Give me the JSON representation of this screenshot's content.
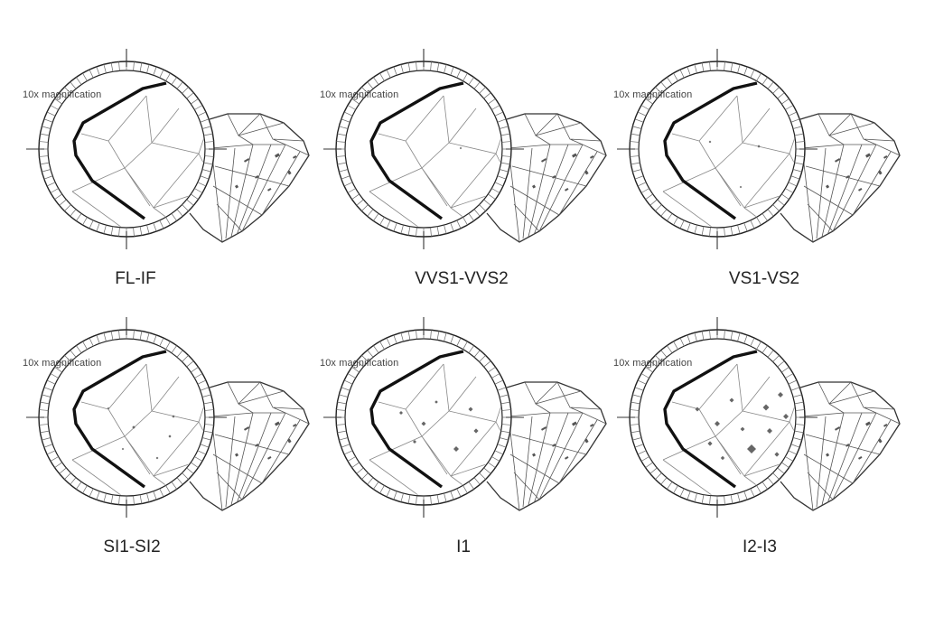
{
  "panels": [
    {
      "grade": "FL-IF",
      "magnification": "10x magnification",
      "inclusion_level": 0
    },
    {
      "grade": "VVS1-VVS2",
      "magnification": "10x magnification",
      "inclusion_level": 1
    },
    {
      "grade": "VS1-VS2",
      "magnification": "10x magnification",
      "inclusion_level": 2
    },
    {
      "grade": "SI1-SI2",
      "magnification": "10x magnification",
      "inclusion_level": 3
    },
    {
      "grade": "I1",
      "magnification": "10x magnification",
      "inclusion_level": 4
    },
    {
      "grade": "I2-I3",
      "magnification": "10x magnification",
      "inclusion_level": 5
    }
  ],
  "icons": {
    "loupe": "loupe-icon",
    "diamond": "diamond-icon"
  }
}
